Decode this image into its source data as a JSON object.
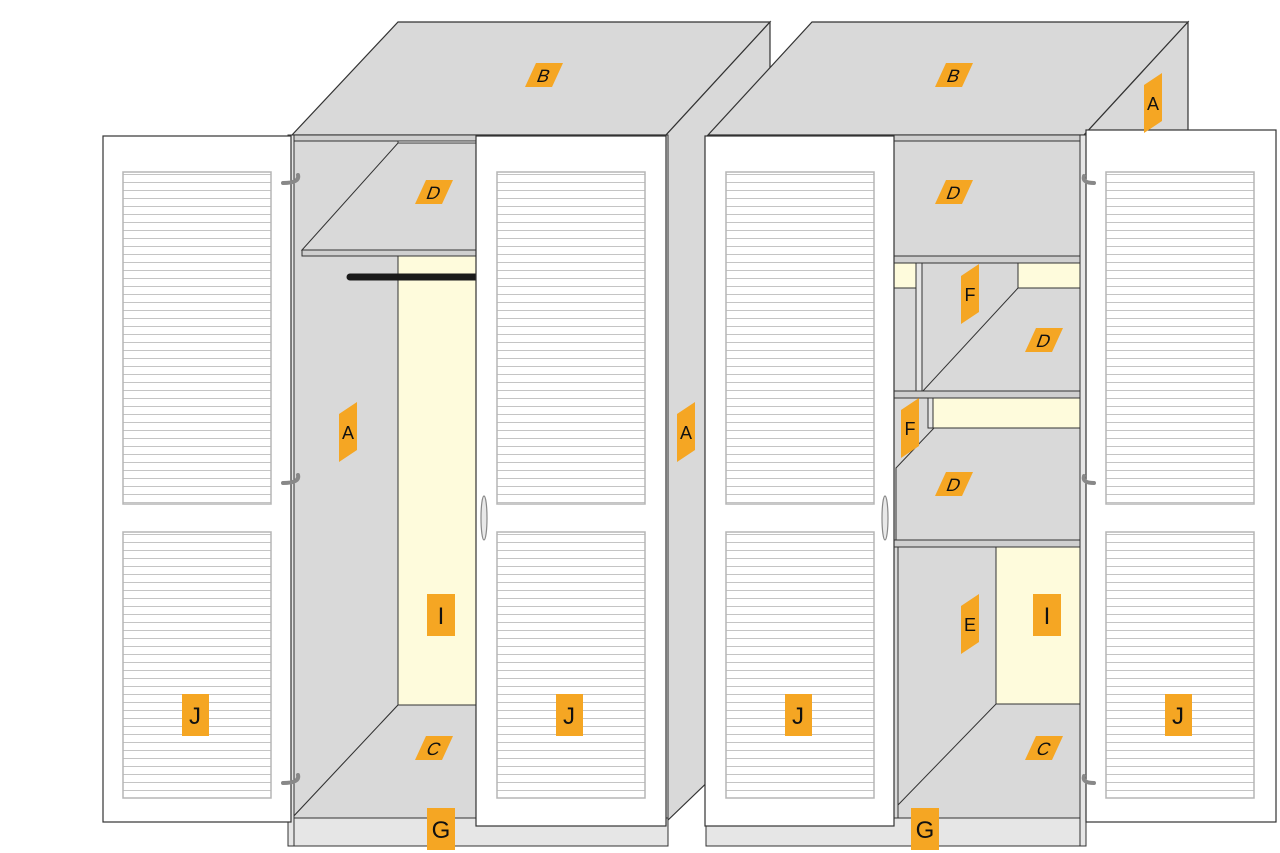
{
  "colors": {
    "panel": "#d9d9d9",
    "door": "#ffffff",
    "back_panel": "#fefbdc",
    "label_bg": "#f5a623",
    "outline": "#333333",
    "rail": "#1a1a1a"
  },
  "icons": {
    "hinge": "hinge-icon",
    "handle": "door-handle-icon"
  },
  "labels": {
    "left_unit": {
      "top": "B",
      "shelf": "D",
      "side_inner": "A",
      "side_outer": "A",
      "back_panel": "I",
      "bottom": "C",
      "plinth": "G",
      "door_left": "J",
      "door_right": "J"
    },
    "right_unit": {
      "top": "B",
      "side_top": "A",
      "shelf_top": "D",
      "divider_upper": "F",
      "shelf_upper": "D",
      "divider_lower": "F",
      "shelf_lower": "D",
      "side_inner": "E",
      "back_panel": "I",
      "bottom": "C",
      "plinth": "G",
      "door_left": "J",
      "door_right": "J"
    }
  }
}
